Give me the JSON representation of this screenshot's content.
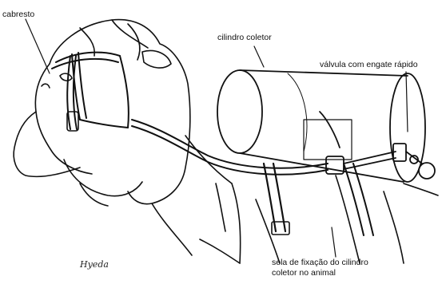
{
  "labels": {
    "cabresto": "cabresto",
    "cilindro": "cilindro coletor",
    "valvula": "válvula com engate rápido",
    "sela_line1": "sela de fixação do cilindro",
    "sela_line2": "coletor no animal"
  },
  "signature": "Hyeda",
  "colors": {
    "ink": "#111111",
    "background": "#ffffff"
  }
}
